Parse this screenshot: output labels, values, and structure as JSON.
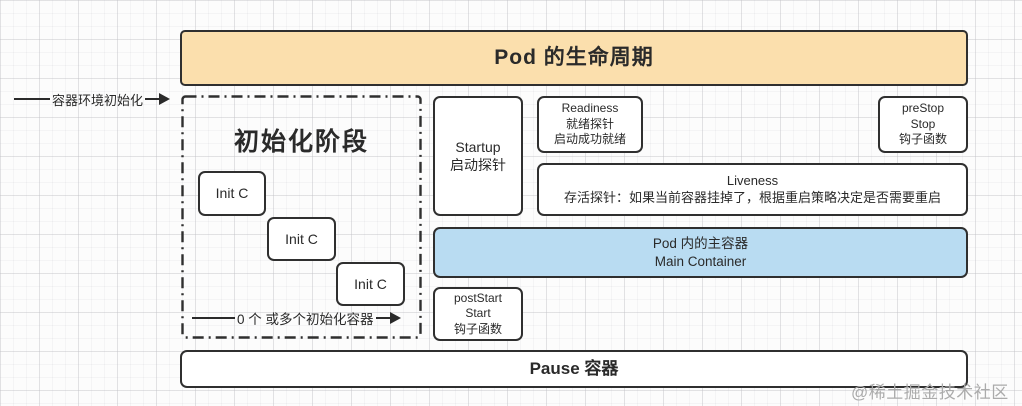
{
  "banner": {
    "title": "Pod 的生命周期"
  },
  "env_init": {
    "label": "容器环境初始化"
  },
  "init_phase": {
    "title": "初始化阶段",
    "containers": [
      {
        "label": "Init C"
      },
      {
        "label": "Init C"
      },
      {
        "label": "Init C"
      }
    ],
    "arrow_label": "0 个 或多个初始化容器"
  },
  "probes": {
    "startup": {
      "lines": [
        "Startup",
        "启动探针"
      ]
    },
    "readiness": {
      "lines": [
        "Readiness",
        "就绪探针",
        "启动成功就绪"
      ]
    },
    "liveness": {
      "lines": [
        "Liveness",
        "存活探针：如果当前容器挂掉了，根据重启策略决定是否需要重启"
      ]
    }
  },
  "hooks": {
    "post_start": {
      "lines": [
        "postStart",
        "Start",
        "钩子函数"
      ]
    },
    "pre_stop": {
      "lines": [
        "preStop",
        "Stop",
        "钩子函数"
      ]
    }
  },
  "main_container": {
    "lines": [
      "Pod 内的主容器",
      "Main Container"
    ]
  },
  "pause": {
    "label": "Pause 容器"
  },
  "watermark": "@稀土掘金技术社区",
  "colors": {
    "banner_fill": "#fbdfad",
    "main_container_fill": "#b9dcf2",
    "box_border": "#2f2f2f",
    "grid_line": "#c8c8cd",
    "watermark_text": "#ababab"
  }
}
